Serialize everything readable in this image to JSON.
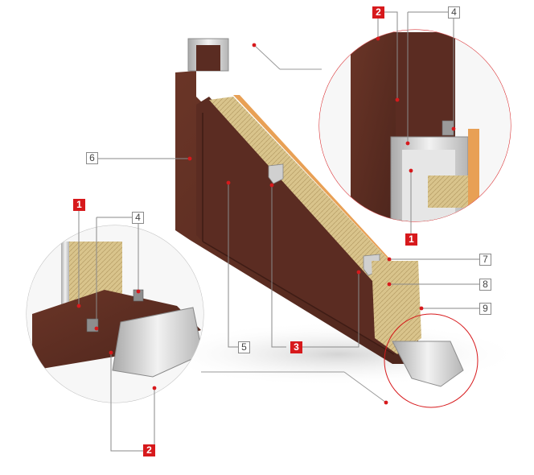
{
  "colors": {
    "steel": "#5e2f24",
    "steel_dark": "#4a241b",
    "zinc": "#c9c9c9",
    "insulation": "#d8c38a",
    "panel": "#e8a055",
    "accent": "#d7191c",
    "leader": "#8a8a8a"
  },
  "callouts": [
    {
      "id": "c-6",
      "label": "6",
      "style": "plain"
    },
    {
      "id": "c-7",
      "label": "7",
      "style": "plain"
    },
    {
      "id": "c-8",
      "label": "8",
      "style": "plain"
    },
    {
      "id": "c-9",
      "label": "9",
      "style": "plain"
    },
    {
      "id": "c-5",
      "label": "5",
      "style": "plain"
    },
    {
      "id": "c-3",
      "label": "3",
      "style": "red"
    },
    {
      "id": "c-top-2",
      "label": "2",
      "style": "red"
    },
    {
      "id": "c-top-4",
      "label": "4",
      "style": "plain"
    },
    {
      "id": "c-top-1",
      "label": "1",
      "style": "red"
    },
    {
      "id": "c-left-1",
      "label": "1",
      "style": "red"
    },
    {
      "id": "c-left-4",
      "label": "4",
      "style": "plain"
    },
    {
      "id": "c-bottom-2",
      "label": "2",
      "style": "red"
    }
  ]
}
